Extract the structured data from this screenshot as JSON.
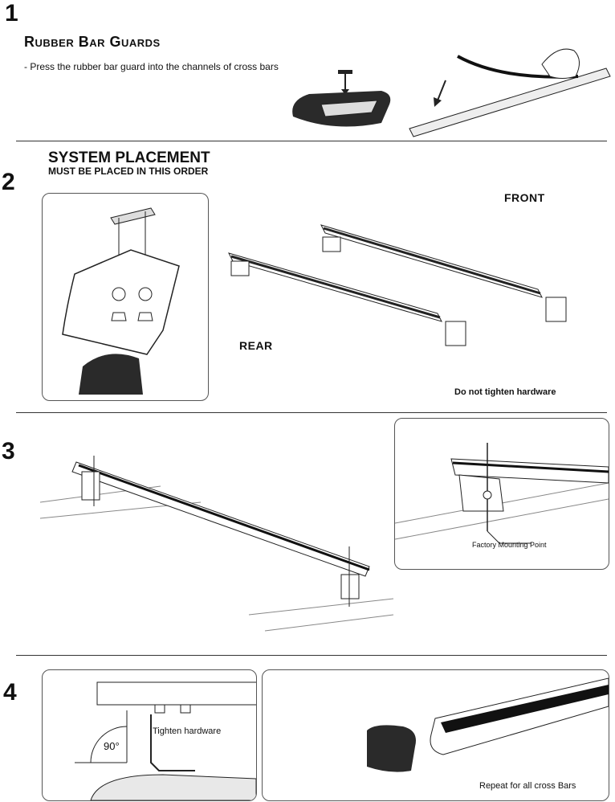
{
  "step1": {
    "number": "1",
    "title": "Rubber Bar Guards",
    "instruction": "- Press the rubber bar guard into the channels of cross bars"
  },
  "step2": {
    "number": "2",
    "title": "SYSTEM PLACEMENT",
    "subtitle": "MUST BE PLACED IN THIS ORDER",
    "front_label": "FRONT",
    "rear_label": "REAR",
    "note": "Do not tighten hardware"
  },
  "step3": {
    "number": "3",
    "callout": "Factory Mounting Point"
  },
  "step4": {
    "number": "4",
    "angle": "90°",
    "tighten_label": "Tighten hardware",
    "repeat_label": "Repeat for all cross Bars"
  }
}
